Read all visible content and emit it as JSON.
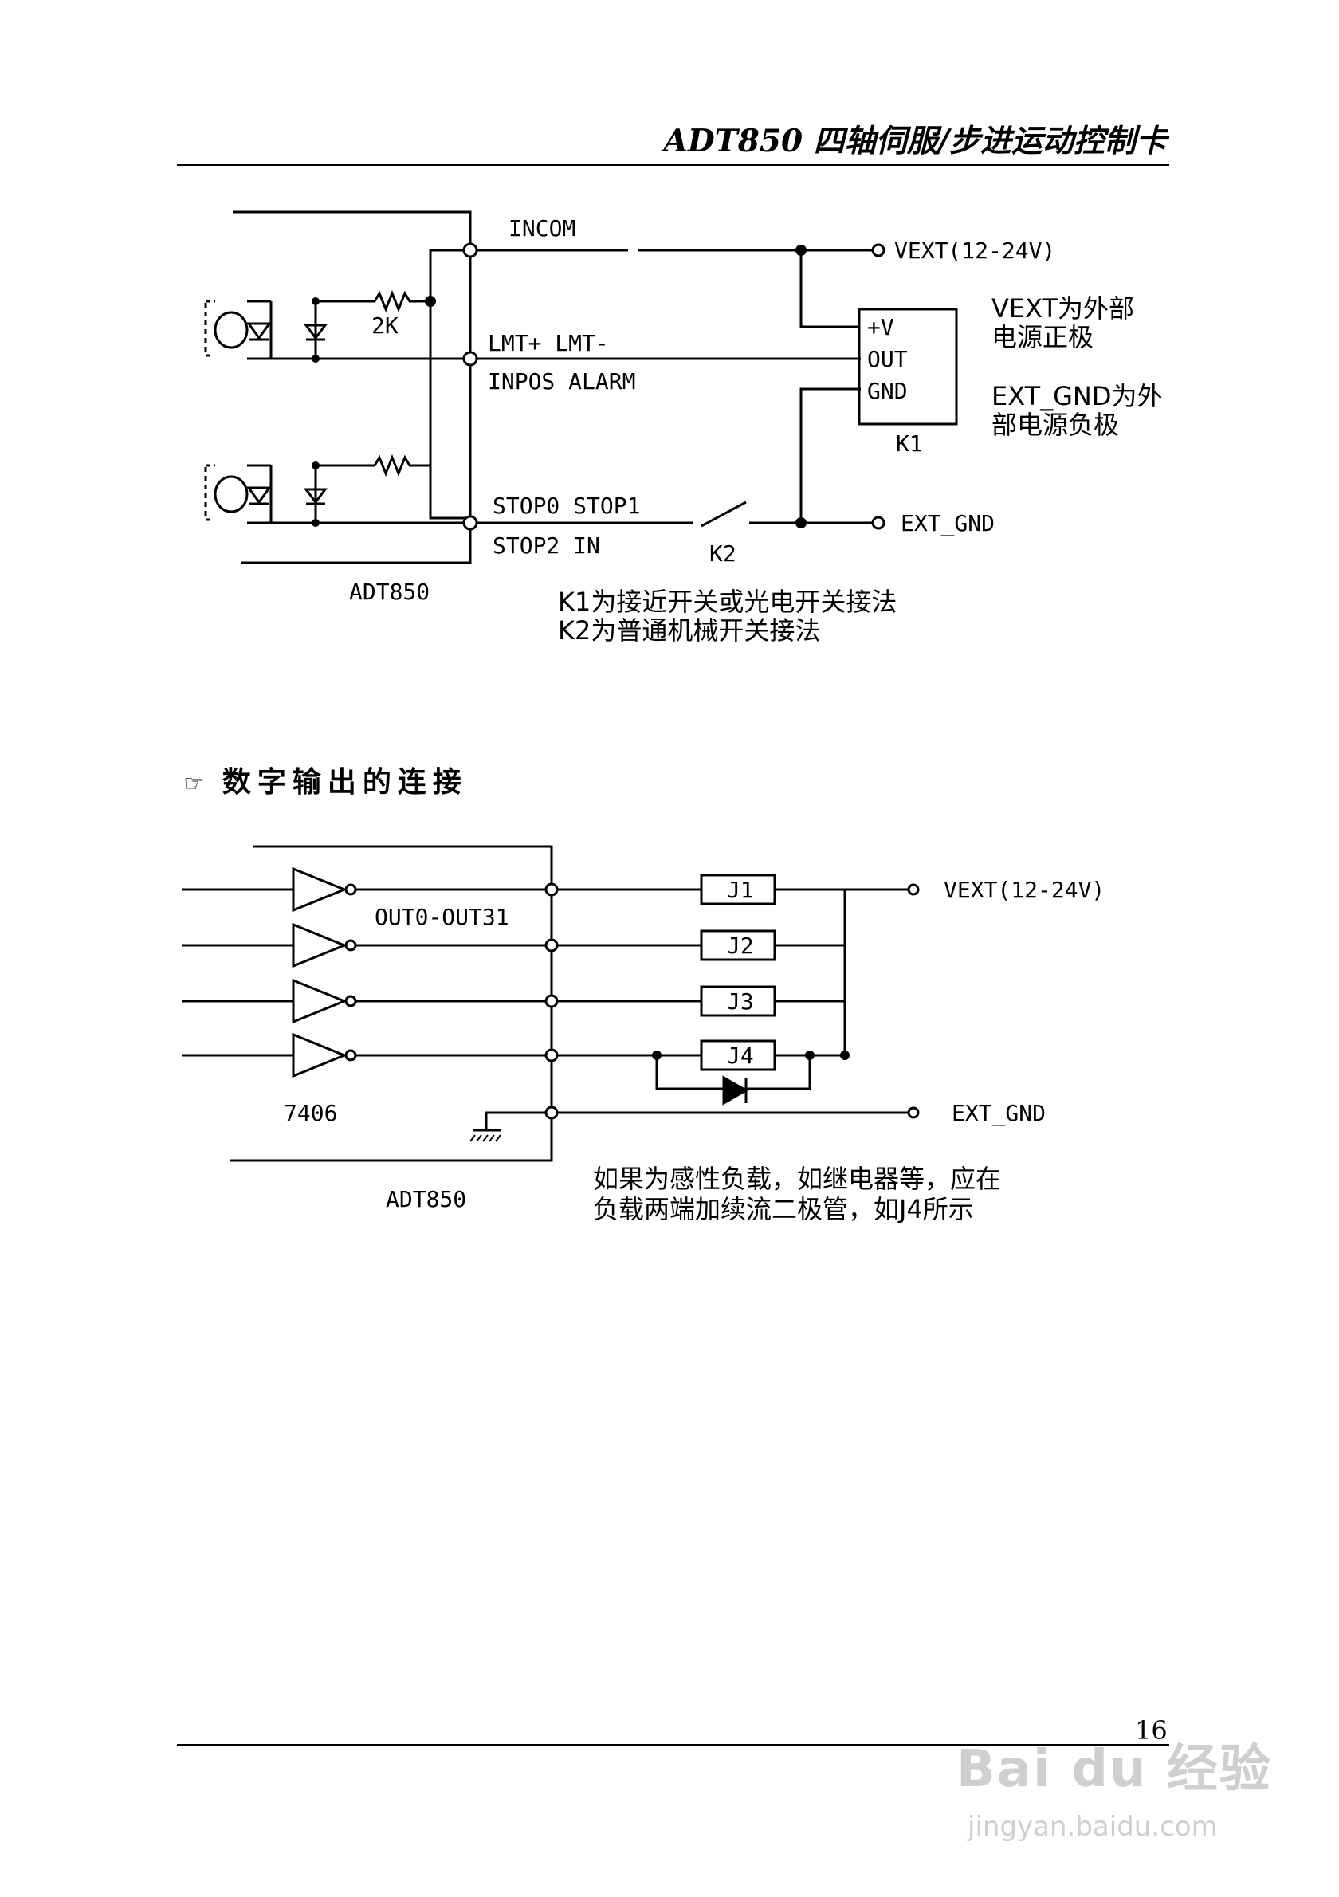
{
  "header": {
    "title": "ADT850 四轴伺服/步进运动控制卡"
  },
  "diagram_input": {
    "labels": {
      "incom": "INCOM",
      "vext": "VEXT(12-24V)",
      "resistor": "2K",
      "lmt": "LMT+ LMT-",
      "inpos": "INPOS ALARM",
      "plus_v": "+V",
      "out": "OUT",
      "gnd": "GND",
      "k1": "K1",
      "stop1": "STOP0 STOP1",
      "stop2": "STOP2  IN",
      "k2": "K2",
      "ext_gnd": "EXT_GND",
      "board": "ADT850"
    },
    "notes": {
      "vext_line1": "VEXT为外部",
      "vext_line2": "电源正极",
      "gnd_line1": "EXT_GND为外",
      "gnd_line2": "部电源负极",
      "k_line1": "K1为接近开关或光电开关接法",
      "k_line2": "K2为普通机械开关接法"
    }
  },
  "section": {
    "icon": "pointing-hand-icon",
    "title": "数字输出的连接"
  },
  "diagram_output": {
    "labels": {
      "outs": "OUT0-OUT31",
      "vext": "VEXT(12-24V)",
      "j1": "J1",
      "j2": "J2",
      "j3": "J3",
      "j4": "J4",
      "chip": "7406",
      "ext_gnd": "EXT_GND",
      "board": "ADT850"
    },
    "notes": {
      "line1": "如果为感性负载，如继电器等，应在",
      "line2": "负载两端加续流二极管，如J4所示"
    }
  },
  "footer": {
    "page_number": "16"
  },
  "watermark": {
    "brand": "Bai du 经验",
    "url": "jingyan.baidu.com"
  }
}
